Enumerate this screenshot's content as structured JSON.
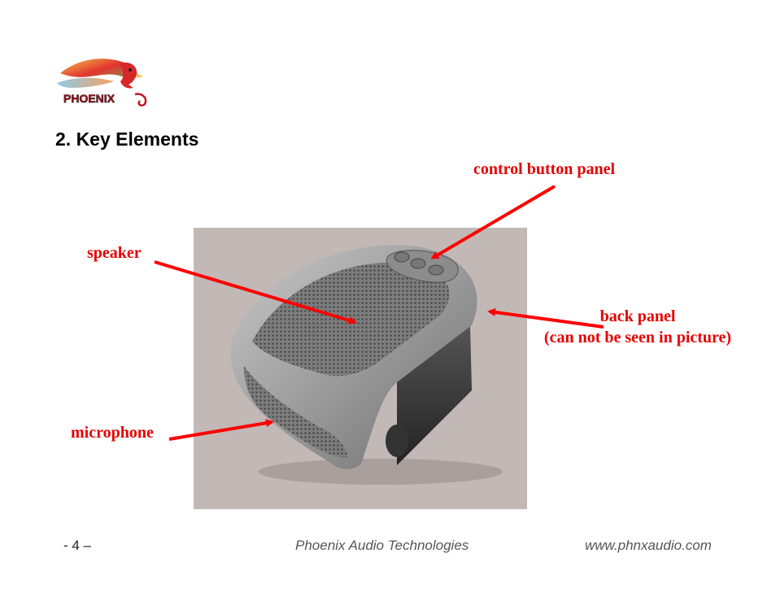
{
  "logo": {
    "brand_text": "PHOENIX"
  },
  "section_heading": "2. Key Elements",
  "callouts": {
    "control_button_panel": "control button panel",
    "speaker": "speaker",
    "back_panel_line1": "back panel",
    "back_panel_line2": "(can not be seen in picture)",
    "microphone": "microphone"
  },
  "footer": {
    "page_number": "- 4 –",
    "company": "Phoenix Audio Technologies",
    "url": "www.phnxaudio.com"
  },
  "colors": {
    "callout_red": "#e60000",
    "photo_background": "#c2b9b7",
    "device_silver": "#9a9a9a"
  }
}
